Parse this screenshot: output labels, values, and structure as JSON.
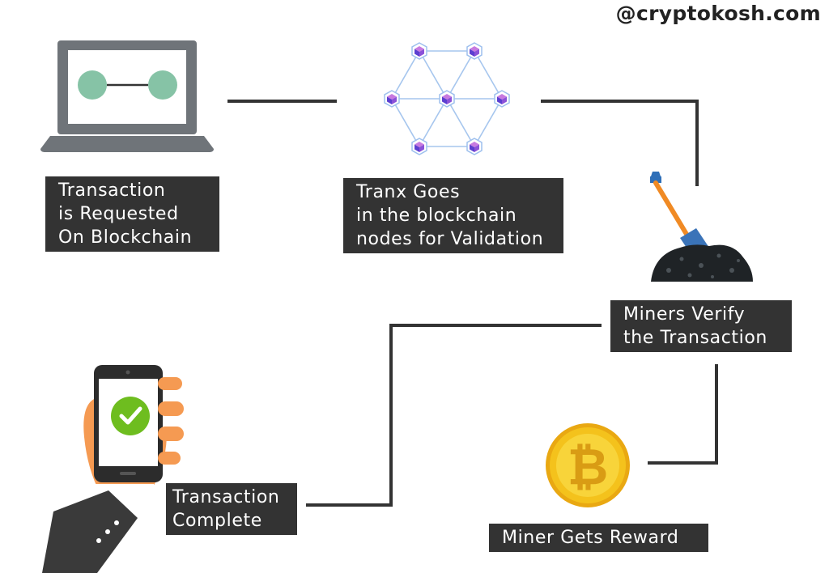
{
  "watermark": "@cryptokosh.com",
  "steps": [
    {
      "lines": [
        "Transaction",
        "is Requested",
        "On Blockchain"
      ]
    },
    {
      "lines": [
        "Tranx Goes",
        "in the blockchain",
        "nodes for Validation"
      ]
    },
    {
      "lines": [
        "Miners Verify",
        "the Transaction"
      ]
    },
    {
      "lines": [
        "Miner Gets Reward"
      ]
    },
    {
      "lines": [
        "Transaction",
        "Complete"
      ]
    }
  ],
  "colors": {
    "label_bg": "#333333",
    "connector": "#333333",
    "laptop_body": "#6f7479",
    "node_green": "#86c3a6",
    "network_line": "#a6c6ee",
    "node_purple": "#7a4bd4",
    "coin_gold": "#f4c21c",
    "shovel_orange": "#f08a24",
    "check_green": "#6ebd1f",
    "hand_skin": "#f59a52",
    "sleeve_dark": "#3a3a3a"
  },
  "icons": {
    "laptop": "laptop-icon",
    "network": "blockchain-network-icon",
    "mining": "shovel-coal-icon",
    "coin": "bitcoin-coin-icon",
    "phone": "phone-check-icon"
  }
}
